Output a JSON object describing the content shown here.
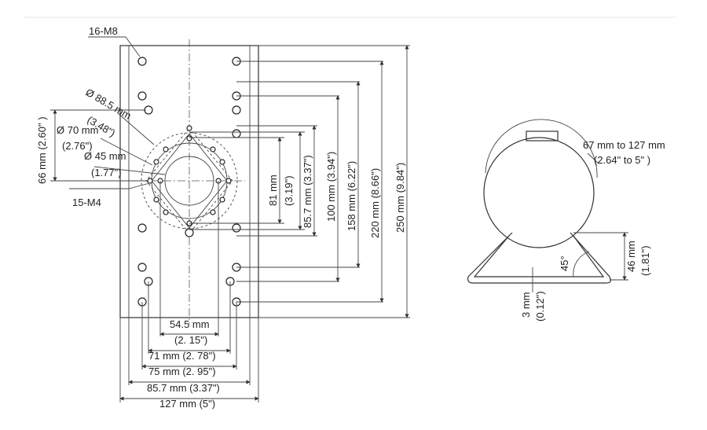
{
  "labels": {
    "m8": "16-M8",
    "d885a": "Ø 88.5 mm",
    "d885b": "(3.48\")",
    "d70a": "Ø 70 mm",
    "d70b": "(2.76\")",
    "d45a": "Ø 45 mm",
    "d45b": "(1.77\")",
    "m4": "15-M4",
    "h66": "66 mm (2.60\" )",
    "v81a": "81 mm",
    "v81b": "(3.19\")",
    "v857": "85.7 mm (3.37\")",
    "v100": "100 mm (3.94\")",
    "v158": "158 mm (6.22\")",
    "v220": "220 mm (8.66\")",
    "v250": "250 mm (9.84\")",
    "w545a": "54.5 mm",
    "w545b": "(2. 15\")",
    "w71": "71 mm (2. 78\")",
    "w75": "75 mm (2. 95\")",
    "w857": "85.7 mm (3.37\")",
    "w127": "127 mm (5\")",
    "pipe_a": "67 mm to 127 mm",
    "pipe_b": "(2.64\" to 5\" )",
    "ang": "45°",
    "h46a": "46 mm",
    "h46b": "(1.81\")",
    "t3a": "3 mm",
    "t3b": "(0.12\")"
  }
}
